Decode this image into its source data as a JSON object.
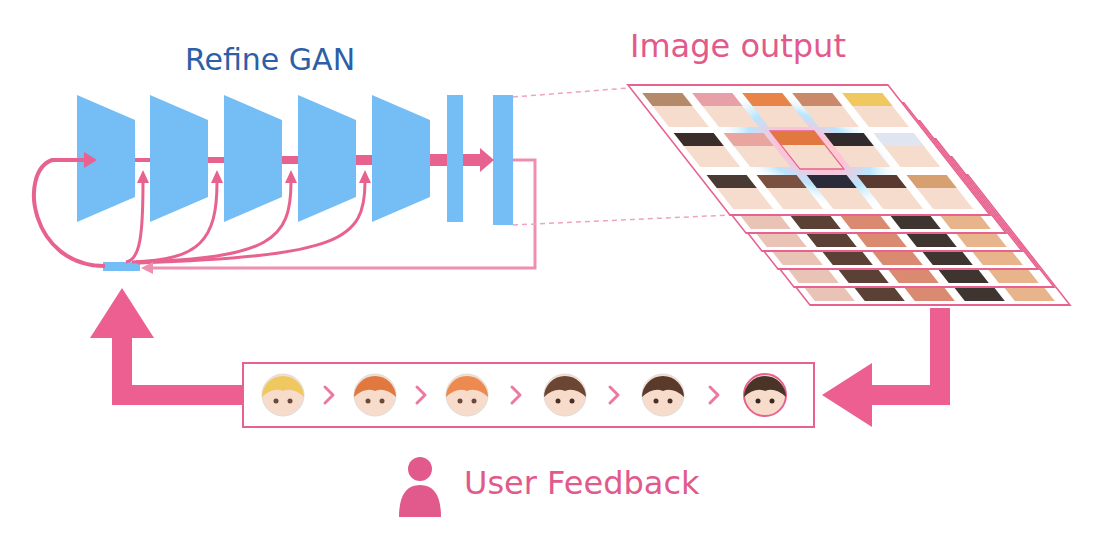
{
  "diagram": {
    "nodes": [
      {
        "text": [
          "Refine GAN"
        ]
      },
      {
        "text": [
          "Image output"
        ]
      },
      {
        "text": [
          "User Feedback"
        ]
      }
    ],
    "edges": [
      {
        "from": 0,
        "to": 1,
        "arrow": "none"
      },
      {
        "from": 1,
        "to": 2,
        "arrow": "to"
      },
      {
        "from": 2,
        "to": 0,
        "arrow": "to"
      }
    ]
  }
}
